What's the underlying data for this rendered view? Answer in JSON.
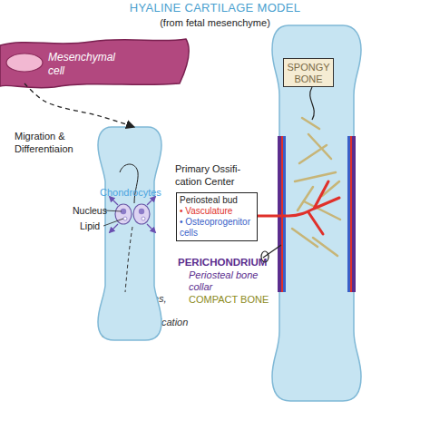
{
  "diagram": {
    "title": "HYALINE CARTILAGE MODEL",
    "nodes": [
      {
        "text": [
          "Mesenchymal cell"
        ]
      },
      {
        "text": [
          "Chondrocytes",
          "Nucleus",
          "Lipid"
        ]
      },
      {
        "text": [
          "Primary Ossifi- cation Center",
          "Periosteal bud",
          "• Vasculature",
          "• Osteoprogenitor cells"
        ]
      },
      {
        "text": [
          "SPONGY BONE"
        ]
      }
    ],
    "edges": [
      {
        "from": 0,
        "to": 1,
        "arrow": "to",
        "label": "Migration & Differentiaion"
      }
    ],
    "labels": [
      "(from fetal mesenchyme)",
      "Hypertrophies, Cavitates -> Primary ossification center",
      "PERICHONDRIUM",
      "Periosteal bone collar",
      "COMPACT BONE"
    ]
  }
}
